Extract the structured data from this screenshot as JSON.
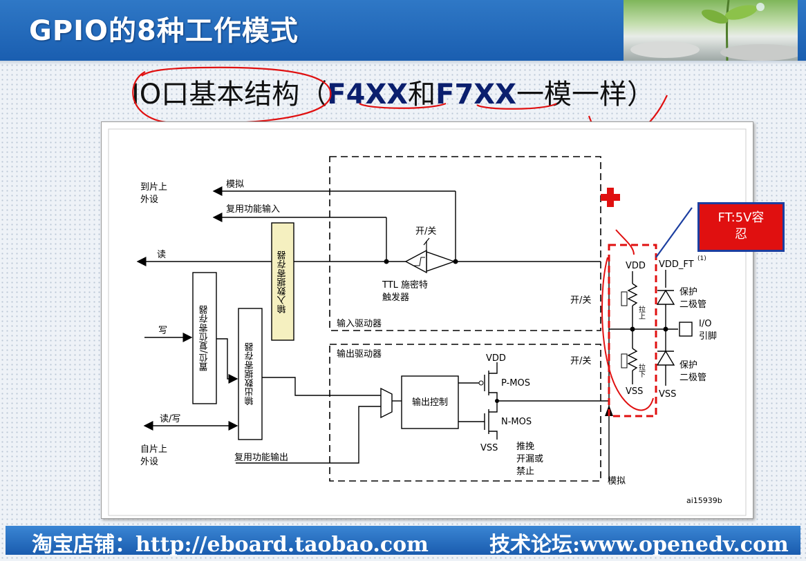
{
  "header": {
    "title": "GPIO的8种工作模式"
  },
  "subtitle": {
    "part1": "IO口基本结构（",
    "f4": "F4XX",
    "and": "和",
    "f7": "F7XX",
    "part2": "一模一样）"
  },
  "diagram": {
    "to_onchip": "到片上",
    "peripheral": "外设",
    "analog": "模拟",
    "alt_input": "复用功能输入",
    "read": "读",
    "write": "写",
    "read_write": "读/写",
    "from_onchip": "自片上",
    "alt_output": "复用功能输出",
    "input_data_reg": "输入数据寄存器",
    "bit_set_reset_reg": "置位/复位寄存器",
    "output_data_reg": "输出数据寄存器",
    "on_off": "开/关",
    "ttl_schmitt_1": "TTL 施密特",
    "ttl_schmitt_2": "触发器",
    "input_driver": "输入驱动器",
    "output_driver": "输出驱动器",
    "output_control": "输出控制",
    "vdd": "VDD",
    "vss": "VSS",
    "pmos": "P-MOS",
    "nmos": "N-MOS",
    "push_pull": "推挽",
    "open_drain": "开漏或",
    "disabled": "禁止",
    "analog_bottom": "模拟",
    "pull_up": "拉上",
    "pull_down": "拉下",
    "vdd_ft": "VDD_FT",
    "note_mark": "(1)",
    "protect": "保护",
    "diode": "二极管",
    "io_pin_1": "I/O",
    "io_pin_2": "引脚",
    "ref_code": "ai15939b"
  },
  "annotation": {
    "ft_line1": "FT:5V容",
    "ft_line2": "忍"
  },
  "footer": {
    "left": "淘宝店铺：http://eboard.taobao.com",
    "right": "技术论坛:www.openedv.com"
  },
  "colors": {
    "header_blue": "#1a5eb0",
    "annotation_red": "#e01010",
    "register_fill": "#f5f0c0"
  }
}
